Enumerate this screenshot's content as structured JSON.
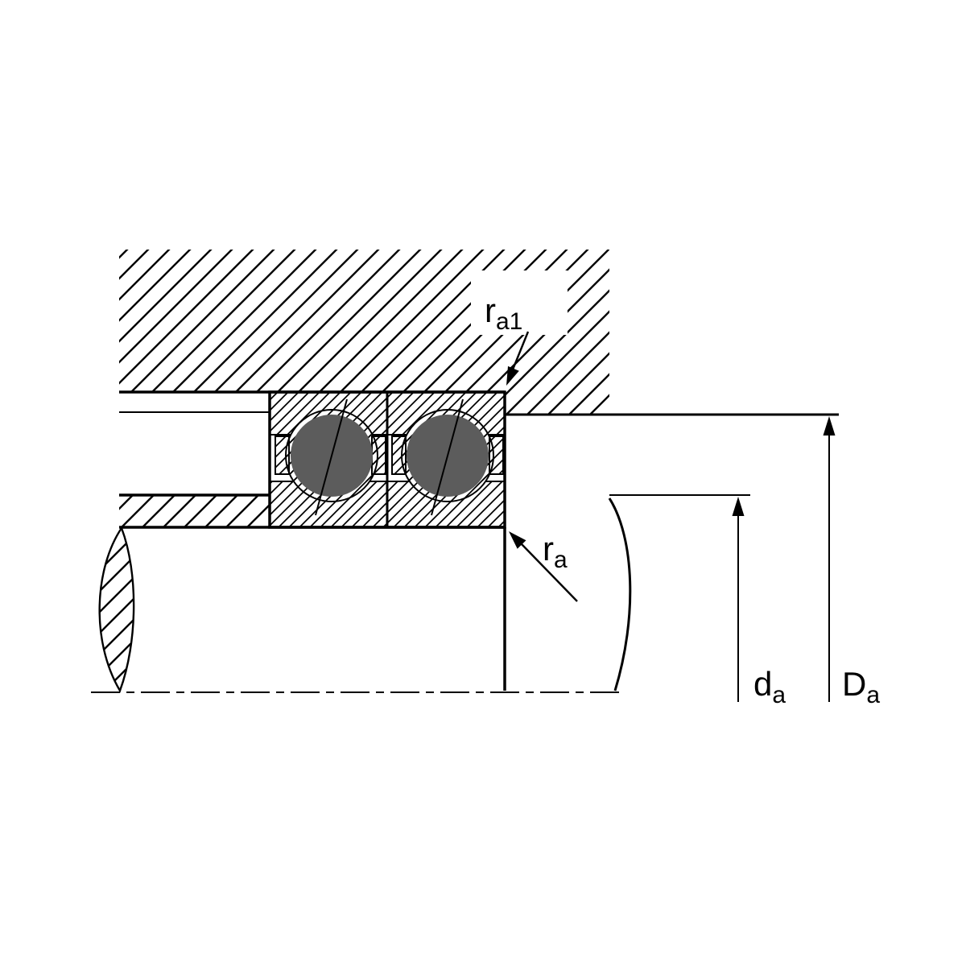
{
  "diagram": {
    "title": "bearing-mounting-cross-section",
    "labels": {
      "ra1": {
        "main": "r",
        "sub": "a1"
      },
      "ra": {
        "main": "r",
        "sub": "a"
      },
      "da": {
        "main": "d",
        "sub": "a"
      },
      "Da": {
        "main": "D",
        "sub": "a"
      }
    },
    "colors": {
      "line": "#000000",
      "ball": "#5c5c5c",
      "background": "#ffffff"
    }
  }
}
